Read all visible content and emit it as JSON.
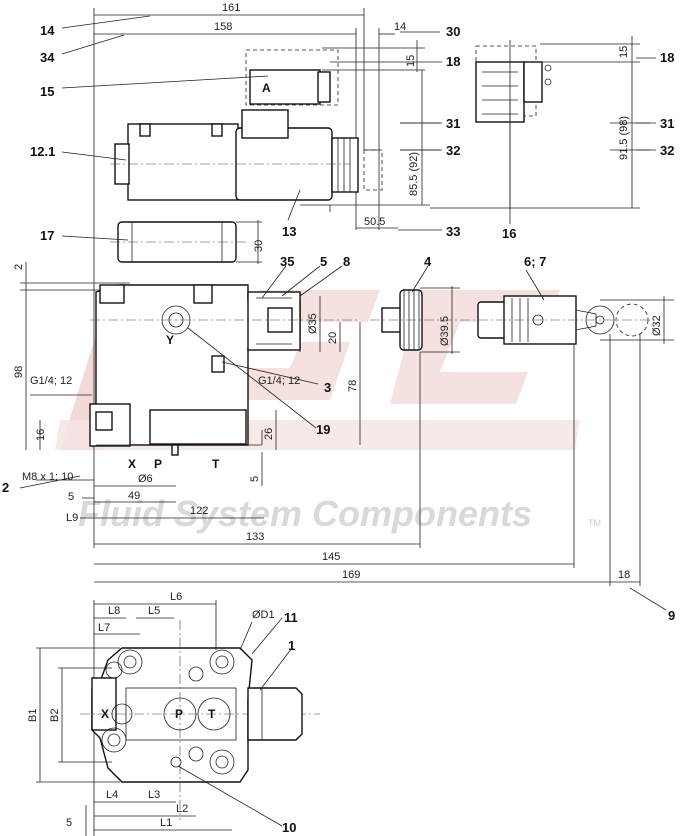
{
  "watermark": {
    "brand": "Fluid System Components",
    "trademark": "TM"
  },
  "dimensions": {
    "d161": "161",
    "d158": "158",
    "d14": "14",
    "d15a": "15",
    "d15b": "15",
    "d85_5": "85.5 (92)",
    "d91_5": "91.5 (98)",
    "d50_5": "50.5",
    "d30": "30",
    "d2": "2",
    "d98": "98",
    "d16": "16",
    "d26": "26",
    "d5a": "5",
    "d5b": "5",
    "d49": "49",
    "d122": "122",
    "d133": "133",
    "d145": "145",
    "d169": "169",
    "d18": "18",
    "d20": "20",
    "d78": "78",
    "dia35": "Ø35",
    "dia39_5": "Ø39.5",
    "dia32": "Ø32",
    "dia6": "Ø6",
    "thread_g14_left": "G1/4; 12",
    "thread_g14_right": "G1/4; 12",
    "m8": "M8 x 1; 10",
    "L1": "L1",
    "L2": "L2",
    "L3": "L3",
    "L4": "L4",
    "L5": "L5",
    "L6": "L6",
    "L7": "L7",
    "L8": "L8",
    "L9": "L9",
    "B1": "B1",
    "B2": "B2",
    "D1": "ØD1"
  },
  "ports": {
    "X": "X",
    "P": "P",
    "T": "T",
    "Y": "Y",
    "Xb": "X",
    "Pb": "P",
    "Tb": "T",
    "A": "A"
  },
  "callouts": {
    "c14": "14",
    "c34": "34",
    "c15": "15",
    "c12_1": "12.1",
    "c17": "17",
    "c13": "13",
    "c30": "30",
    "c18a": "18",
    "c31a": "31",
    "c32a": "32",
    "c33": "33",
    "c16": "16",
    "c18b": "18",
    "c31b": "31",
    "c32b": "32",
    "c35": "35",
    "c5": "5",
    "c8": "8",
    "c4": "4",
    "c6_7": "6; 7",
    "c3": "3",
    "c19": "19",
    "c2": "2",
    "c9": "9",
    "c11": "11",
    "c1": "1",
    "c10": "10"
  }
}
